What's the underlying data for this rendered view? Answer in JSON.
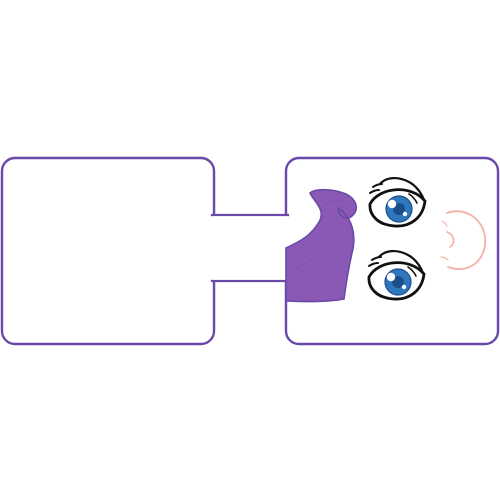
{
  "design": {
    "subject": "cute-character-face-bookmark-embroidery-design",
    "colors": {
      "background": "#ffffff",
      "outline": "#6a4aa8",
      "hair": "#8a58b5",
      "hair_stitch": "#7a47a8",
      "eye_outline": "#111111",
      "iris": "#2f76bd",
      "iris_dark": "#1b4f8c",
      "eye_highlight": "#ffffff",
      "mouth": "#f4b2a7"
    },
    "icons": {
      "left_panel": "blank-rounded-tag-panel",
      "right_panel": "character-face-panel",
      "connector": "narrow-strap-connector",
      "left_eye": "eye-icon",
      "right_eye": "eye-icon",
      "hair": "hair-curl-shape",
      "mouth": "smile-icon"
    }
  }
}
